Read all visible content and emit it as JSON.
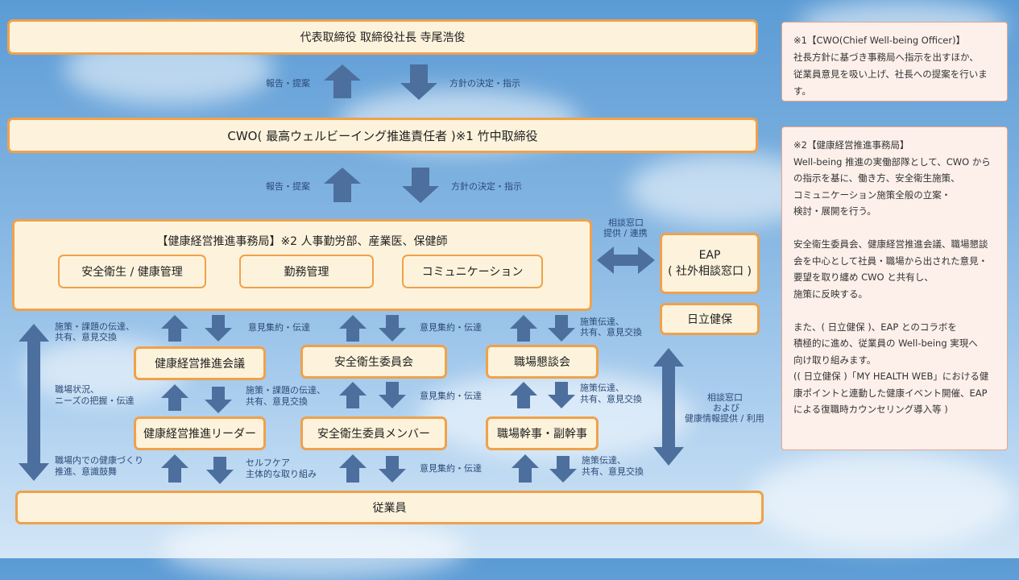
{
  "boxes": {
    "president": "代表取締役 取締役社長 寺尾浩俊",
    "cwo": "CWO( 最高ウェルビーイング推進責任者 )※1 竹中取締役",
    "secretariat_title": "【健康経営推進事務局】※2 人事勤労部、産業医、保健師",
    "safety_health": "安全衛生 / 健康管理",
    "work_mgmt": "勤務管理",
    "communication": "コミュニケーション",
    "eap_line1": "EAP",
    "eap_line2": "( 社外相談窓口 )",
    "hitachi_kenpo": "日立健保",
    "council": "健康経営推進会議",
    "safety_committee": "安全衛生委員会",
    "workplace_meeting": "職場懇談会",
    "leader": "健康経営推進リーダー",
    "committee_member": "安全衛生委員メンバー",
    "secretary": "職場幹事・副幹事",
    "employees": "従業員"
  },
  "labels": {
    "report_1": "報告・提案",
    "policy_1": "方針の決定・指示",
    "report_2": "報告・提案",
    "policy_2": "方針の決定・指示",
    "consult_1": "相談窓口",
    "consult_2": "提供 / 連携",
    "left_1a": "施策・課題の伝達、",
    "left_1b": "共有、意見交換",
    "opinion_1": "意見集約・伝達",
    "opinion_2": "意見集約・伝達",
    "measures_1a": "施策伝達、",
    "measures_1b": "共有、意見交換",
    "left_2a": "職場状況、",
    "left_2b": "ニーズの把握・伝達",
    "mid_2a": "施策・課題の伝達、",
    "mid_2b": "共有、意見交換",
    "opinion_3": "意見集約・伝達",
    "measures_2a": "施策伝達、",
    "measures_2b": "共有、意見交換",
    "consult_r1": "相談窓口",
    "consult_r2": "および",
    "consult_r3": "健康情報提供 / 利用",
    "left_3a": "職場内での健康づくり",
    "left_3b": "推進、意識鼓舞",
    "selfcare_a": "セルフケア",
    "selfcare_b": "主体的な取り組み",
    "opinion_4": "意見集約・伝達",
    "measures_3a": "施策伝達、",
    "measures_3b": "共有、意見交換"
  },
  "notes": {
    "note1": [
      "※1【CWO(Chief Well-being Officer)】",
      "社長方針に基づき事務局へ指示を出すほか、",
      "従業員意見を吸い上げ、社長への提案を行います。"
    ],
    "note2": [
      "※2【健康経営推進事務局】",
      "Well-being 推進の実働部隊として、CWO から",
      "の指示を基に、働き方、安全衛生施策、",
      "コミュニケーション施策全般の立案・",
      "検討・展開を行う。",
      "",
      "安全衛生委員会、健康経営推進会議、職場懇談",
      "会を中心として社員・職場から出された意見・",
      "要望を取り纏め CWO と共有し、",
      "施策に反映する。",
      "",
      "また、( 日立健保 )、EAP とのコラボを",
      "積極的に進め、従業員の Well-being 実現へ",
      "向け取り組みます。",
      "(( 日立健保 )「MY HEALTH WEB」における健",
      "康ポイントと連動した健康イベント開催、EAP",
      "による復職時カウンセリング導入等 )"
    ]
  },
  "colors": {
    "box_fill": "#fdf3dc",
    "box_border": "#f0a14b",
    "arrow": "#4d6f9e",
    "note_fill": "#fdf0eb",
    "note_border": "#e8a58c"
  }
}
